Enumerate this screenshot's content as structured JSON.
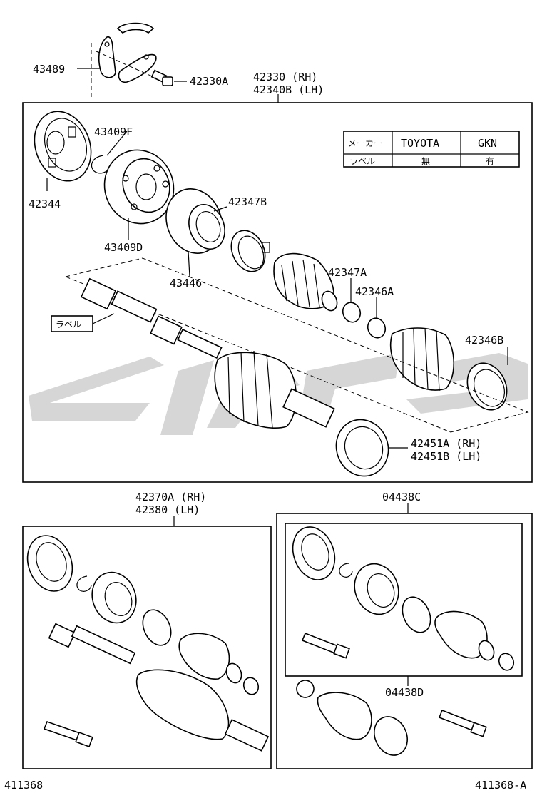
{
  "labels": {
    "p43489": "43489",
    "p42330A": "42330A",
    "p42330_rh": "42330 (RH)",
    "p42340B_lh": "42340B (LH)",
    "p43409F": "43409F",
    "p42344": "42344",
    "p43409D": "43409D",
    "p42347B": "42347B",
    "p43446": "43446",
    "p42347A": "42347A",
    "p42346A": "42346A",
    "p42346B": "42346B",
    "label_tag": "ラベル",
    "p42451A_rh": "42451A (RH)",
    "p42451B_lh": "42451B (LH)",
    "p42370A_rh": "42370A (RH)",
    "p42380_lh": "42380 (LH)",
    "p04438C": "04438C",
    "p04438D": "04438D",
    "footer_left": "411368",
    "footer_right": "411368-A"
  },
  "maker_table": {
    "header_label": "メーカー",
    "col_toyota": "TOYOTA",
    "col_gkn": "GKN",
    "row_label": "ラベル",
    "toyota_value": "無",
    "gkn_value": "有"
  }
}
